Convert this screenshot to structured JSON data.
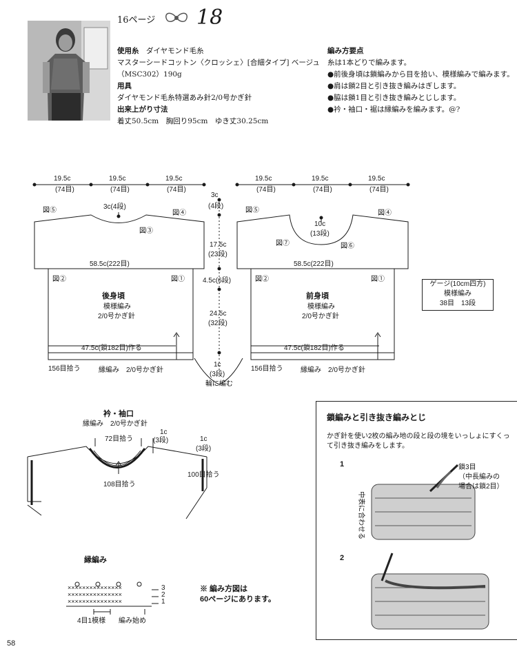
{
  "header": {
    "page_ref": "16ページ",
    "pattern_number": "18"
  },
  "materials": {
    "yarn_label": "使用糸",
    "yarn_maker": "ダイヤモンド毛糸",
    "yarn_line1": "マスターシードコットン〈クロッシェ〉[合細タイプ] ベージュ",
    "yarn_line2": "（MSC302）190g",
    "tools_label": "用具",
    "tools": "ダイヤモンド毛糸特選あみ針2/0号かぎ針",
    "size_label": "出来上がり寸法",
    "size": "着丈50.5cm　胸回り95cm　ゆき丈30.25cm"
  },
  "howto": {
    "title": "編み方要点",
    "points": [
      "糸は1本どりで編みます。",
      "●前後身頃は鎖編みから目を拾い、模様編みで編みます。",
      "●肩は鎖2目と引き抜き編みはぎします。",
      "●脇は鎖1目と引き抜き編みとじします。",
      "●衿・袖口・裾は縁編みを編みます。@?"
    ]
  },
  "back": {
    "top_dims": [
      "19.5c",
      "(74目)",
      "19.5c",
      "(74目)",
      "19.5c",
      "(74目)"
    ],
    "neck": "3c(4段)",
    "width": "58.5c(222目)",
    "title": "後身頃",
    "pattern": "模様編み",
    "hook": "2/0号かぎ針",
    "chain": "47.5c(鎖182目)作る",
    "pickup": "156目拾う",
    "edging": "縁編み　2/0号かぎ針",
    "fig5": "図⑤",
    "fig4": "図④",
    "fig3": "図③",
    "fig2": "図②",
    "fig1": "図①"
  },
  "center": {
    "a": "3c",
    "a2": "(4段)",
    "b": "17.5c",
    "b2": "(23段)",
    "c": "4.5c(6段)",
    "d": "24.5c",
    "d2": "(32段)",
    "e": "1c",
    "e2": "(3段)",
    "f": "輪に編む"
  },
  "front": {
    "top_dims": [
      "19.5c",
      "(74目)",
      "19.5c",
      "(74目)",
      "19.5c",
      "(74目)"
    ],
    "neck": "10c",
    "neck2": "(13段)",
    "width": "58.5c(222目)",
    "title": "前身頃",
    "pattern": "模様編み",
    "hook": "2/0号かぎ針",
    "chain": "47.5c(鎖182目)作る",
    "pickup": "156目拾う",
    "edging": "縁編み　2/0号かぎ針",
    "fig5": "図⑤",
    "fig4": "図④",
    "fig7": "図⑦",
    "fig6": "図⑥",
    "fig2": "図②",
    "fig1": "図①"
  },
  "gauge": {
    "title": "ゲージ(10cm四方)",
    "pattern": "模様編み",
    "count": "38目　13段"
  },
  "collar": {
    "title": "衿・袖口",
    "sub": "縁編み　2/0号かぎ針",
    "pick72": "72目拾う",
    "c1a": "1c",
    "c1b": "(3段)",
    "c2a": "1c",
    "c2b": "(3段)",
    "pick108": "108目拾う",
    "pick100": "100目拾う"
  },
  "edging": {
    "title": "縁編み",
    "repeat": "4目1模様",
    "start": "編み始め",
    "rows": [
      "3",
      "2",
      "1"
    ]
  },
  "note": {
    "line1": "※ 編み方図は",
    "line2": "60ページにあります。"
  },
  "tutorial": {
    "title": "鎖編みと引き抜き編みとじ",
    "desc": "かぎ針を使い2枚の編み地の段と段の境をいっしょにすくって引き抜き編みをします。",
    "step1": "1",
    "step2": "2",
    "callout1": "鎖3目",
    "callout2": "（中長編みの",
    "callout3": "場合は鎖2目）",
    "vertical": "中表に合わせる"
  },
  "page_number": "58"
}
